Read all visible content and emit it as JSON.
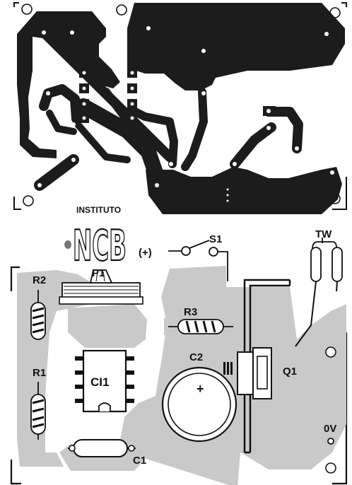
{
  "logo": {
    "line1": "INSTITUTO",
    "line2": "NCB"
  },
  "labels": {
    "s1": "S1",
    "plus": "(+)",
    "tw": "TW",
    "r2": "R2",
    "p1": "P1",
    "r3": "R3",
    "r1": "R1",
    "ci1": "CI1",
    "c2": "C2",
    "q1": "Q1",
    "c1": "C1",
    "zero_v": "0V",
    "c2_polarity": "+"
  },
  "colors": {
    "copper": "#1c1c1c",
    "trace_gray": "#c9c9c9",
    "paper": "#ffffff"
  }
}
